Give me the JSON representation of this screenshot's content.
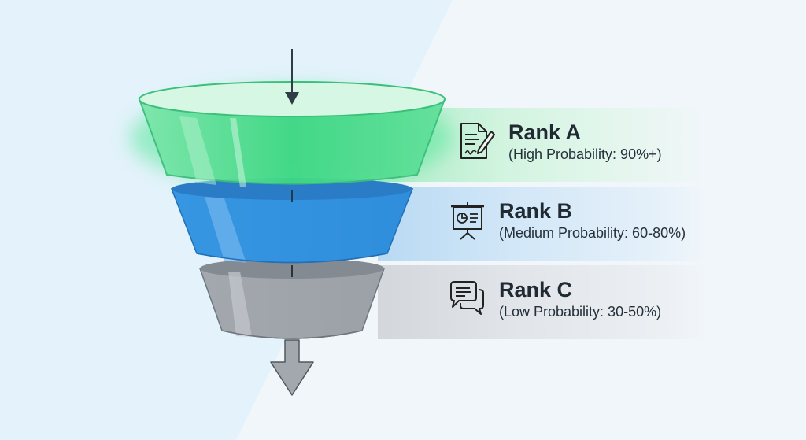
{
  "diagram": {
    "type": "funnel",
    "stages": [
      {
        "id": "A",
        "title": "Rank A",
        "subtitle": "(High Probability: 90%+)",
        "icon": "contract-signature-icon",
        "color": "#2fd27a"
      },
      {
        "id": "B",
        "title": "Rank B",
        "subtitle": "(Medium Probability: 60-80%)",
        "icon": "presentation-board-icon",
        "color": "#3a97e4"
      },
      {
        "id": "C",
        "title": "Rank C",
        "subtitle": "(Low Probability: 30-50%)",
        "icon": "chat-bubbles-icon",
        "color": "#9aa1a8"
      }
    ],
    "input_arrow": "arrow-down-icon",
    "output_arrow": "arrow-down-icon"
  },
  "colors": {
    "background": "#f1f6fa",
    "background_left": "#e3f2fb",
    "text": "#1f2a33"
  }
}
